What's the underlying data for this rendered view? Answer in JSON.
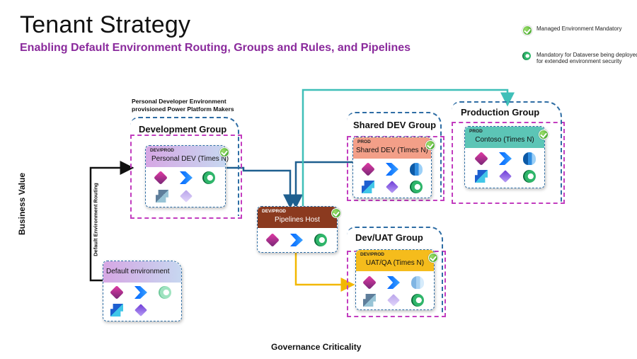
{
  "page": {
    "title": "Tenant Strategy",
    "subtitle": "Enabling Default Environment Routing, Groups and Rules, and Pipelines"
  },
  "legend": [
    {
      "label": "Managed Environment Mandatory",
      "icon": "managed-check-icon",
      "color": "#3aa52b"
    },
    {
      "label": "Mandatory for Dataverse being deployed for extended environment security",
      "icon": "dataverse-icon",
      "color": "#2fb56a"
    }
  ],
  "note": {
    "line1": "Personal Developer Environment",
    "line2": "provisioned Power Platform Makers"
  },
  "routing_label": "Default Environment Routing",
  "axes": {
    "y_label": "Business Value",
    "x_label": "Governance Criticality"
  },
  "groups": {
    "development": {
      "title": "Development Group"
    },
    "shared_dev": {
      "title": "Shared DEV Group"
    },
    "production": {
      "title": "Production Group"
    },
    "dev_uat": {
      "title": "Dev/UAT Group"
    }
  },
  "environments": {
    "personal_dev": {
      "tag": "DEV/PROD",
      "name": "Personal DEV (Times N)",
      "color": "#d9b3e6"
    },
    "shared_dev": {
      "tag": "PROD",
      "name": "Shared DEV (Times N)",
      "color": "#f4a08a"
    },
    "contoso": {
      "tag": "PROD",
      "name": "Contoso (Times N)",
      "color": "#5fc6b7"
    },
    "pipelines_host": {
      "tag": "DEV/PROD",
      "name": "Pipelines Host",
      "color": "#8b3a1f"
    },
    "uat_qa": {
      "tag": "DEV/PROD",
      "name": "UAT/QA (Times N)",
      "color": "#f5bc1c"
    },
    "default_env": {
      "tag": "",
      "name": "Default environment",
      "color": "#d9b3e6"
    }
  },
  "icons": [
    "power-apps-icon",
    "power-automate-icon",
    "dataverse-icon",
    "power-bi-icon",
    "power-pages-icon",
    "power-virtual-agents-icon"
  ],
  "colors": {
    "accent": "#8a2a9c",
    "group_border": "#2e6da4",
    "frame_border": "#c23dbf",
    "arrow_teal": "#3fbfb8",
    "arrow_blue": "#1f5f8f",
    "arrow_yellow": "#f2b800",
    "arrow_black": "#111111"
  }
}
